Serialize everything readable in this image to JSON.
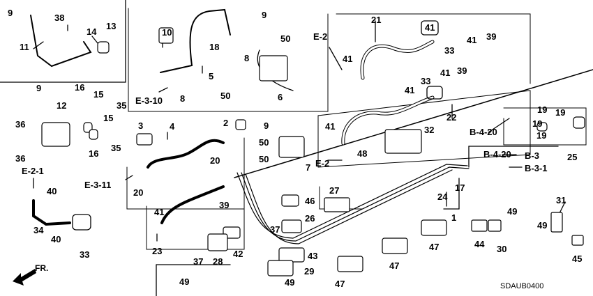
{
  "diagram": {
    "code": "SDAUB0400",
    "direction_label": "FR.",
    "callouts": [
      "1",
      "2",
      "3",
      "4",
      "5",
      "6",
      "7",
      "8",
      "9",
      "10",
      "11",
      "12",
      "13",
      "14",
      "15",
      "16",
      "17",
      "18",
      "19",
      "20",
      "21",
      "22",
      "23",
      "24",
      "25",
      "26",
      "27",
      "28",
      "29",
      "30",
      "31",
      "32",
      "33",
      "34",
      "35",
      "36",
      "37",
      "38",
      "39",
      "40",
      "41",
      "42",
      "43",
      "44",
      "45",
      "46",
      "47",
      "48",
      "49",
      "50"
    ],
    "section_refs": [
      "E-2",
      "E-2",
      "E-2-1",
      "E-3-10",
      "E-3-11",
      "B-4-20",
      "B-4-20",
      "B-3",
      "B-3-1"
    ]
  }
}
